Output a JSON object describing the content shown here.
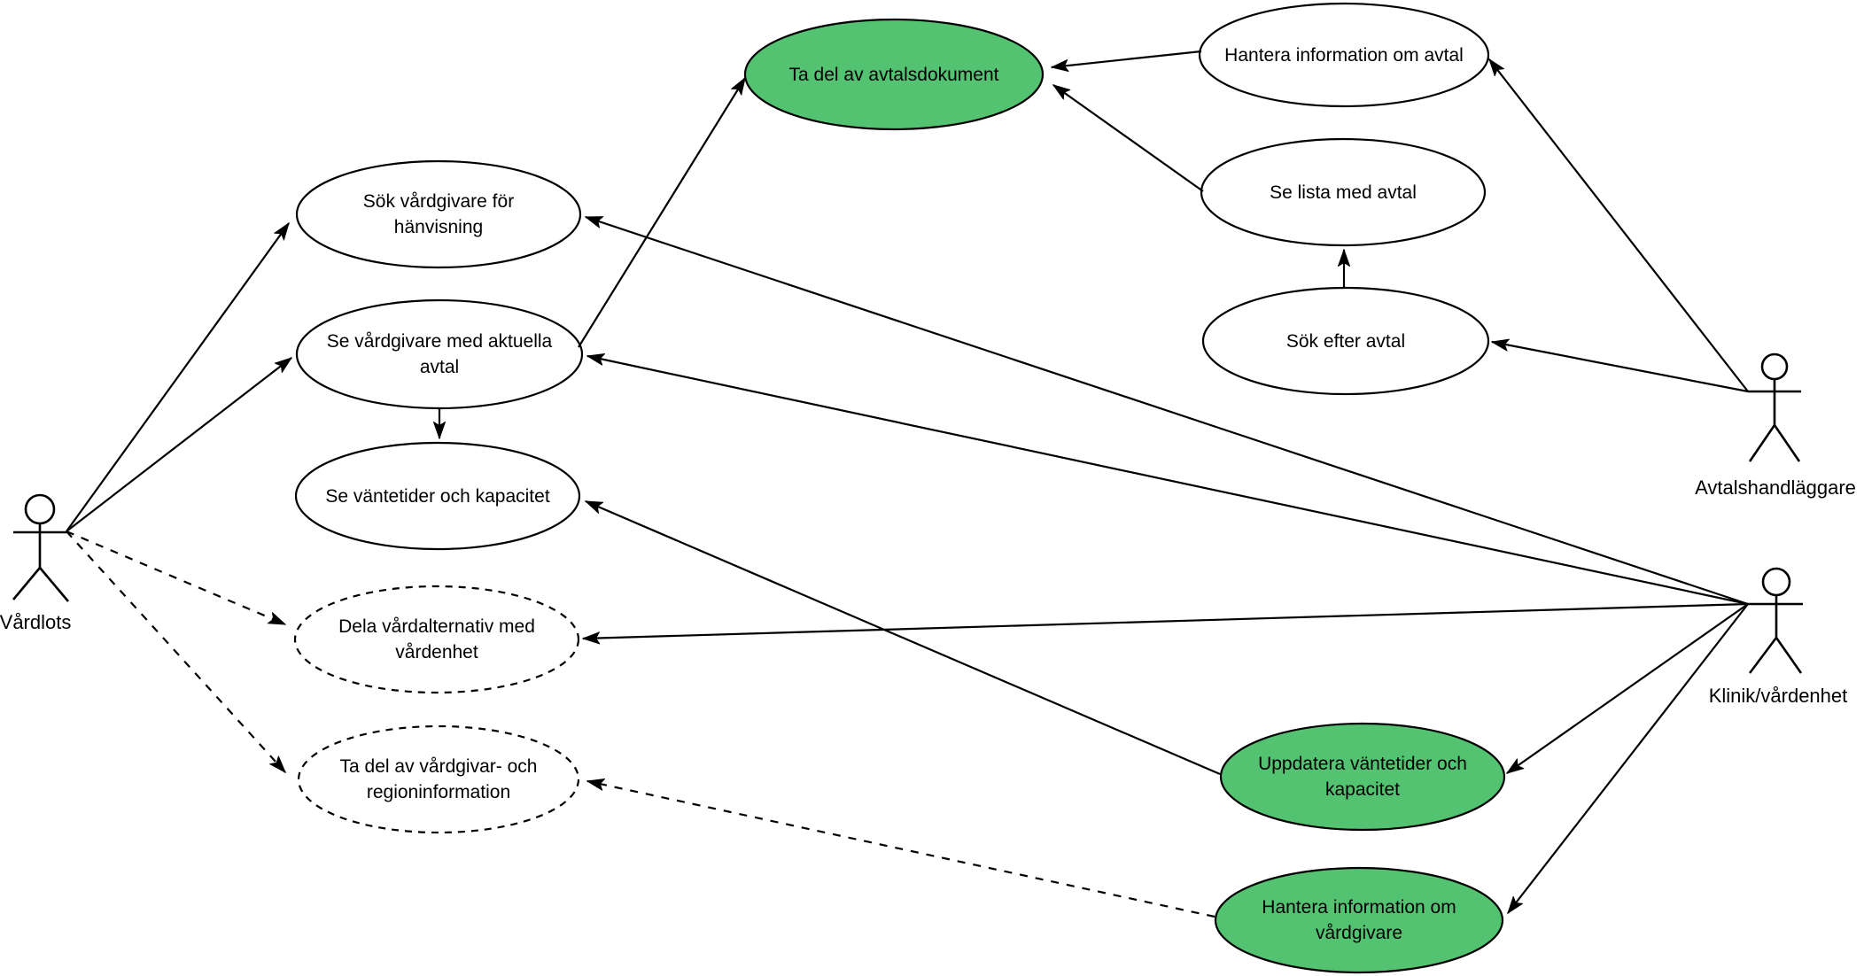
{
  "diagram": {
    "title": "Use case diagram (vårdgivare/avtal)",
    "background_color": "#ffffff",
    "stroke_color": "#000000",
    "usecase_green_fill": "#53c372",
    "usecase_white_fill": "#ffffff"
  },
  "actors": [
    {
      "id": "vardlots",
      "label": "Vårdlots"
    },
    {
      "id": "avtalshandlaggare",
      "label": "Avtalshandläggare"
    },
    {
      "id": "klinik-vardenhet",
      "label": "Klinik/vårdenhet"
    }
  ],
  "usecases": [
    {
      "id": "ta-del-av-avtalsdokument",
      "lines": [
        "Ta del av avtalsdokument"
      ],
      "fill": "green",
      "border": "solid"
    },
    {
      "id": "hantera-information-om-avtal",
      "lines": [
        "Hantera information om avtal"
      ],
      "fill": "white",
      "border": "solid"
    },
    {
      "id": "se-lista-med-avtal",
      "lines": [
        "Se lista med avtal"
      ],
      "fill": "white",
      "border": "solid"
    },
    {
      "id": "sok-efter-avtal",
      "lines": [
        "Sök efter avtal"
      ],
      "fill": "white",
      "border": "solid"
    },
    {
      "id": "sok-vardgivare-for-hanvisning",
      "lines": [
        "Sök vårdgivare för",
        "hänvisning"
      ],
      "fill": "white",
      "border": "solid"
    },
    {
      "id": "se-vardgivare-med-aktuella-avtal",
      "lines": [
        "Se vårdgivare med aktuella",
        "avtal"
      ],
      "fill": "white",
      "border": "solid"
    },
    {
      "id": "se-vantetider-och-kapacitet",
      "lines": [
        "Se väntetider och kapacitet"
      ],
      "fill": "white",
      "border": "solid"
    },
    {
      "id": "dela-vardalternativ-med-vardenhet",
      "lines": [
        "Dela vårdalternativ med",
        "vårdenhet"
      ],
      "fill": "white",
      "border": "dashed"
    },
    {
      "id": "ta-del-av-vardgivar-och-regioninformation",
      "lines": [
        "Ta del av vårdgivar- och",
        "regioninformation"
      ],
      "fill": "white",
      "border": "dashed"
    },
    {
      "id": "uppdatera-vantetider-och-kapacitet",
      "lines": [
        "Uppdatera väntetider och",
        "kapacitet"
      ],
      "fill": "green",
      "border": "solid"
    },
    {
      "id": "hantera-information-om-vardgivare",
      "lines": [
        "Hantera information om",
        "vårdgivare"
      ],
      "fill": "green",
      "border": "solid"
    }
  ],
  "edges": [
    {
      "from": "vardlots",
      "to": "sok-vardgivare-for-hanvisning",
      "style": "solid-arrow"
    },
    {
      "from": "vardlots",
      "to": "se-vardgivare-med-aktuella-avtal",
      "style": "solid-arrow"
    },
    {
      "from": "vardlots",
      "to": "dela-vardalternativ-med-vardenhet",
      "style": "dashed-arrow"
    },
    {
      "from": "vardlots",
      "to": "ta-del-av-vardgivar-och-regioninformation",
      "style": "dashed-arrow"
    },
    {
      "from": "se-vardgivare-med-aktuella-avtal",
      "to": "ta-del-av-avtalsdokument",
      "style": "solid-arrow"
    },
    {
      "from": "hantera-information-om-avtal",
      "to": "ta-del-av-avtalsdokument",
      "style": "solid-arrow"
    },
    {
      "from": "se-lista-med-avtal",
      "to": "ta-del-av-avtalsdokument",
      "style": "solid-arrow"
    },
    {
      "from": "sok-efter-avtal",
      "to": "se-lista-med-avtal",
      "style": "solid-arrow"
    },
    {
      "from": "avtalshandlaggare",
      "to": "hantera-information-om-avtal",
      "style": "solid-arrow"
    },
    {
      "from": "avtalshandlaggare",
      "to": "sok-efter-avtal",
      "style": "solid-arrow"
    },
    {
      "from": "klinik-vardenhet",
      "to": "sok-vardgivare-for-hanvisning",
      "style": "solid-arrow"
    },
    {
      "from": "klinik-vardenhet",
      "to": "se-vardgivare-med-aktuella-avtal",
      "style": "solid-arrow"
    },
    {
      "from": "klinik-vardenhet",
      "to": "dela-vardalternativ-med-vardenhet",
      "style": "solid-arrow"
    },
    {
      "from": "klinik-vardenhet",
      "to": "uppdatera-vantetider-och-kapacitet",
      "style": "solid-arrow"
    },
    {
      "from": "klinik-vardenhet",
      "to": "hantera-information-om-vardgivare",
      "style": "solid-arrow"
    },
    {
      "from": "se-vardgivare-med-aktuella-avtal",
      "to": "se-vantetider-och-kapacitet",
      "style": "solid-arrow"
    },
    {
      "from": "uppdatera-vantetider-och-kapacitet",
      "to": "se-vantetider-och-kapacitet",
      "style": "solid-arrow"
    },
    {
      "from": "hantera-information-om-vardgivare",
      "to": "ta-del-av-vardgivar-och-regioninformation",
      "style": "dashed-arrow"
    }
  ]
}
